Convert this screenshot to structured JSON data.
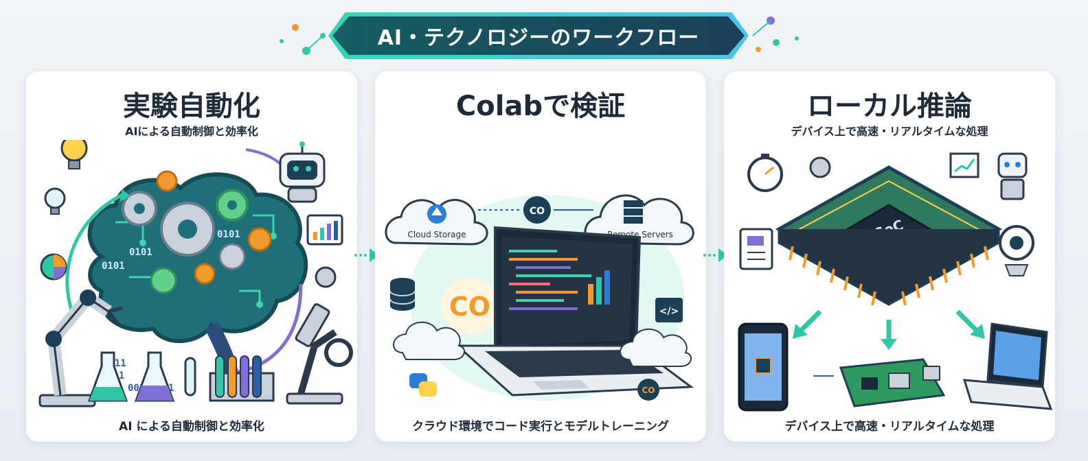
{
  "header": {
    "title": "AI・テクノロジーのワークフロー"
  },
  "panels": [
    {
      "title": "実験自動化",
      "subtitle": "AIによる自動制御と効率化",
      "caption": "AI による自動制御と効率化",
      "binary": [
        "0101",
        "0101",
        "0101",
        "0111",
        "011",
        "001 0101"
      ]
    },
    {
      "title": "Colabで検証",
      "subtitle": "",
      "caption": "クラウド環境でコード実行とモデルトレーニング",
      "cloud_storage": "Cloud Storage",
      "remote_servers": "Remote Servers",
      "co_logo": "CO",
      "code_tag": "</>"
    },
    {
      "title": "ローカル推論",
      "subtitle": "デバイス上で高速・リアルタイムな処理",
      "caption": "デバイス上で高速・リアルタイムな処理",
      "chip_label": "SoC"
    }
  ],
  "colors": {
    "teal": "#2fc7a6",
    "navy": "#1b3f57",
    "brain": "#1f6f7a",
    "orange": "#f39a2b",
    "purple": "#7f6fd6"
  }
}
